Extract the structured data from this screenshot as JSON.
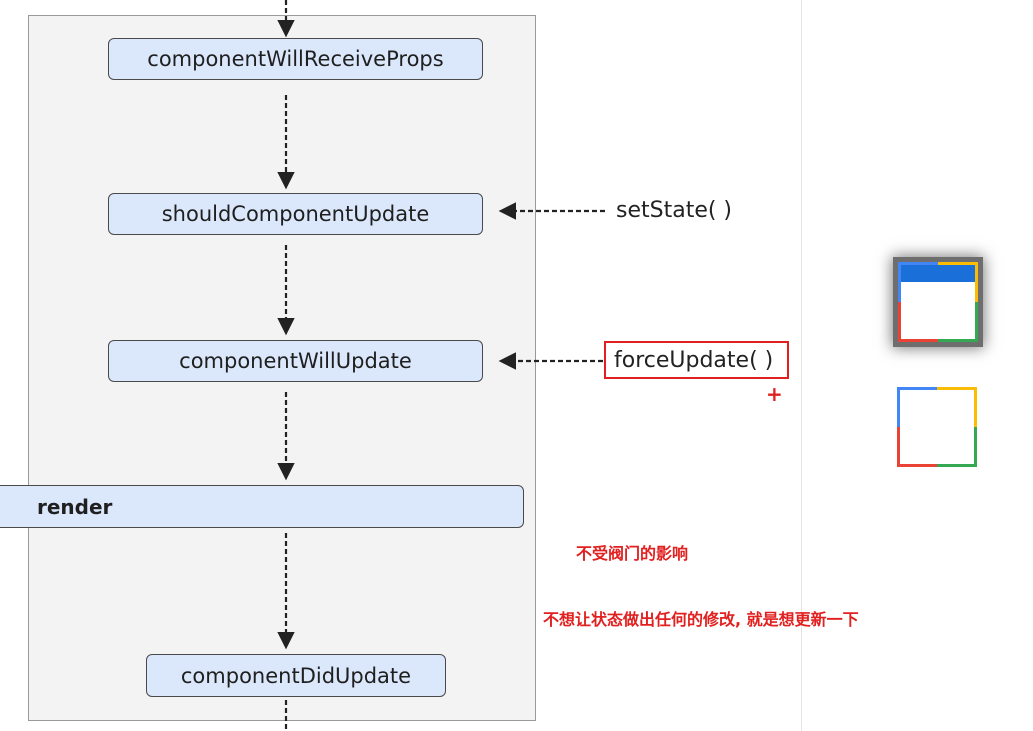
{
  "diagram": {
    "nodes": {
      "will_receive_props": "componentWillReceiveProps",
      "should_update": "shouldComponentUpdate",
      "will_update": "componentWillUpdate",
      "render": "render",
      "did_update": "componentDidUpdate"
    },
    "triggers": {
      "set_state": "setState( )",
      "force_update": "forceUpdate( )"
    },
    "plus_mark": "+"
  },
  "annotations": {
    "note1": "不受阀门的影响",
    "note2": "不想让状态做出任何的修改, 就是想更新一下"
  },
  "colors": {
    "node_fill": "#dbe8fb",
    "highlight_red": "#e12020",
    "panel_fill": "#f3f3f3",
    "icon_blue": "#4285f4",
    "icon_yellow": "#fbbc05",
    "icon_red": "#ea4335",
    "icon_green": "#34a853"
  },
  "icons": [
    "app-window-icon-selected",
    "app-window-icon"
  ]
}
